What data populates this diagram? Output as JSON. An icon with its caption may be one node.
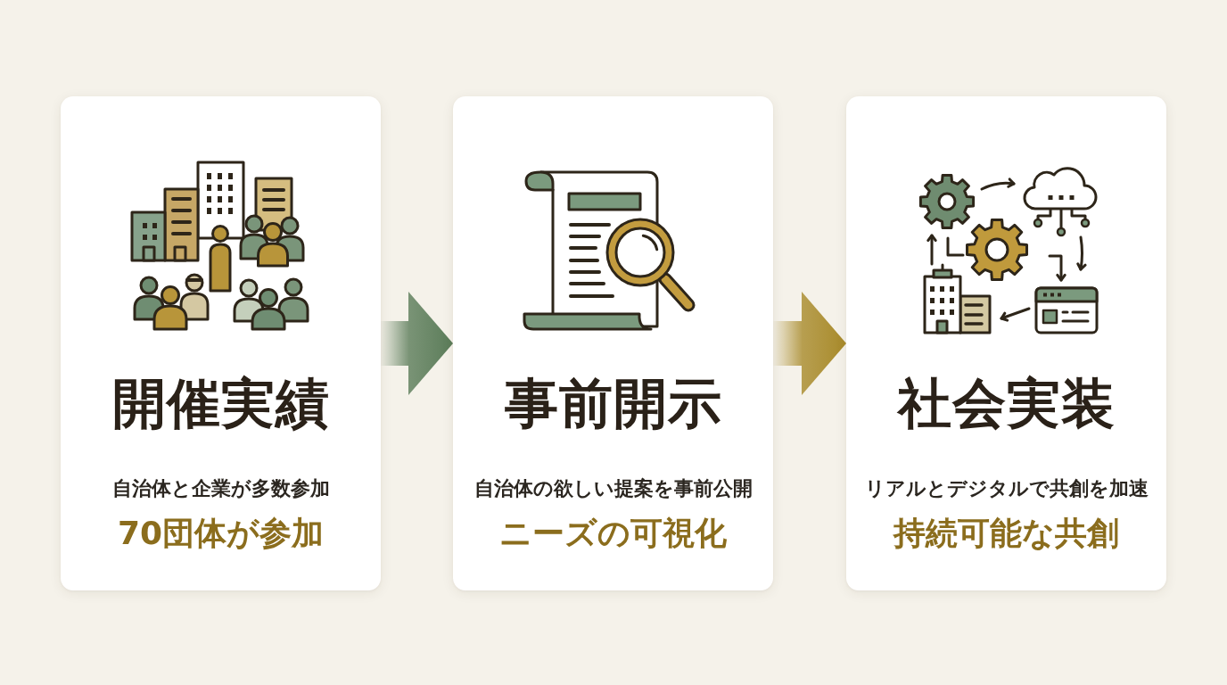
{
  "diagram": {
    "nodes": [
      {
        "text": [
          "開催実績",
          "自治体と企業が多数参加",
          "70団体が参加"
        ]
      },
      {
        "text": [
          "事前開示",
          "自治体の欲しい提案を事前公開",
          "ニーズの可視化"
        ]
      },
      {
        "text": [
          "社会実装",
          "リアルとデジタルで共創を加速",
          "持続可能な共創"
        ]
      }
    ],
    "edges": [
      {
        "from": 0,
        "to": 1,
        "arrow": "to",
        "color": "#5b7c59"
      },
      {
        "from": 1,
        "to": 2,
        "arrow": "to",
        "color": "#a88a2a"
      }
    ]
  }
}
